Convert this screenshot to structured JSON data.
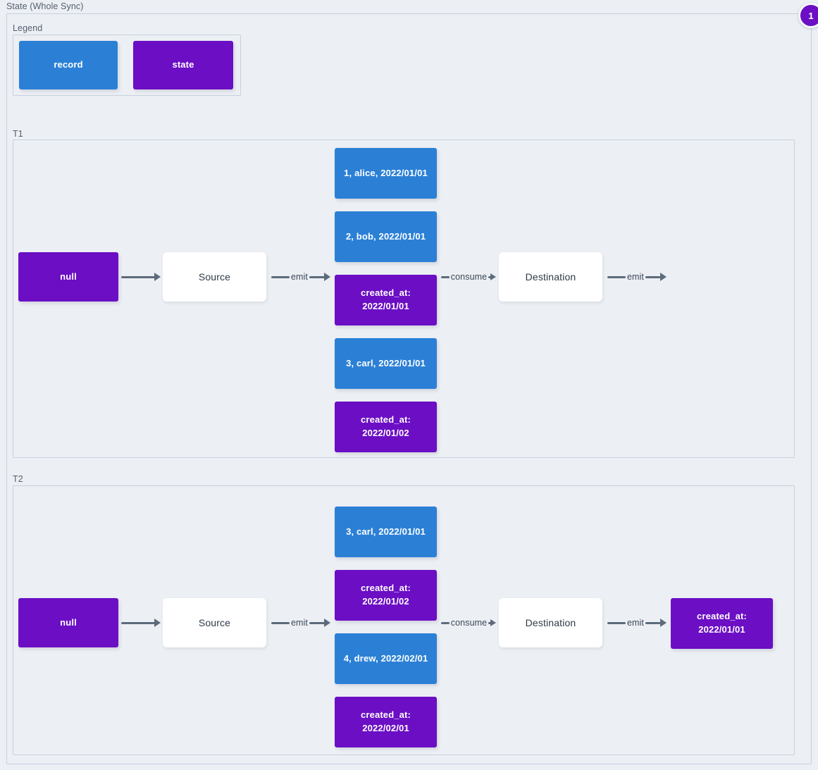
{
  "diagram": {
    "title": "State (Whole Sync)",
    "badge": "1"
  },
  "legend": {
    "title": "Legend",
    "items": [
      {
        "label": "record",
        "color": "#2b80d6",
        "kind": "record"
      },
      {
        "label": "state",
        "color": "#6b0ec4",
        "kind": "state"
      }
    ]
  },
  "edges": {
    "plain": "",
    "emit": "emit",
    "consume": "consume"
  },
  "groups": [
    {
      "label": "T1",
      "initial_state": "null",
      "source": "Source",
      "destination": "Destination",
      "stream": [
        {
          "kind": "record",
          "text": "1, alice, 2022/01/01"
        },
        {
          "kind": "record",
          "text": "2, bob, 2022/01/01"
        },
        {
          "kind": "state",
          "line1": "created_at:",
          "line2": "2022/01/01"
        },
        {
          "kind": "record",
          "text": "3, carl, 2022/01/01"
        },
        {
          "kind": "state",
          "line1": "created_at:",
          "line2": "2022/01/02"
        }
      ],
      "final_state": null
    },
    {
      "label": "T2",
      "initial_state": "null",
      "source": "Source",
      "destination": "Destination",
      "stream": [
        {
          "kind": "record",
          "text": "3, carl, 2022/01/01"
        },
        {
          "kind": "state",
          "line1": "created_at:",
          "line2": "2022/01/02"
        },
        {
          "kind": "record",
          "text": "4, drew, 2022/02/01"
        },
        {
          "kind": "state",
          "line1": "created_at:",
          "line2": "2022/02/01"
        }
      ],
      "final_state": {
        "kind": "state",
        "line1": "created_at:",
        "line2": "2022/01/01"
      }
    }
  ]
}
